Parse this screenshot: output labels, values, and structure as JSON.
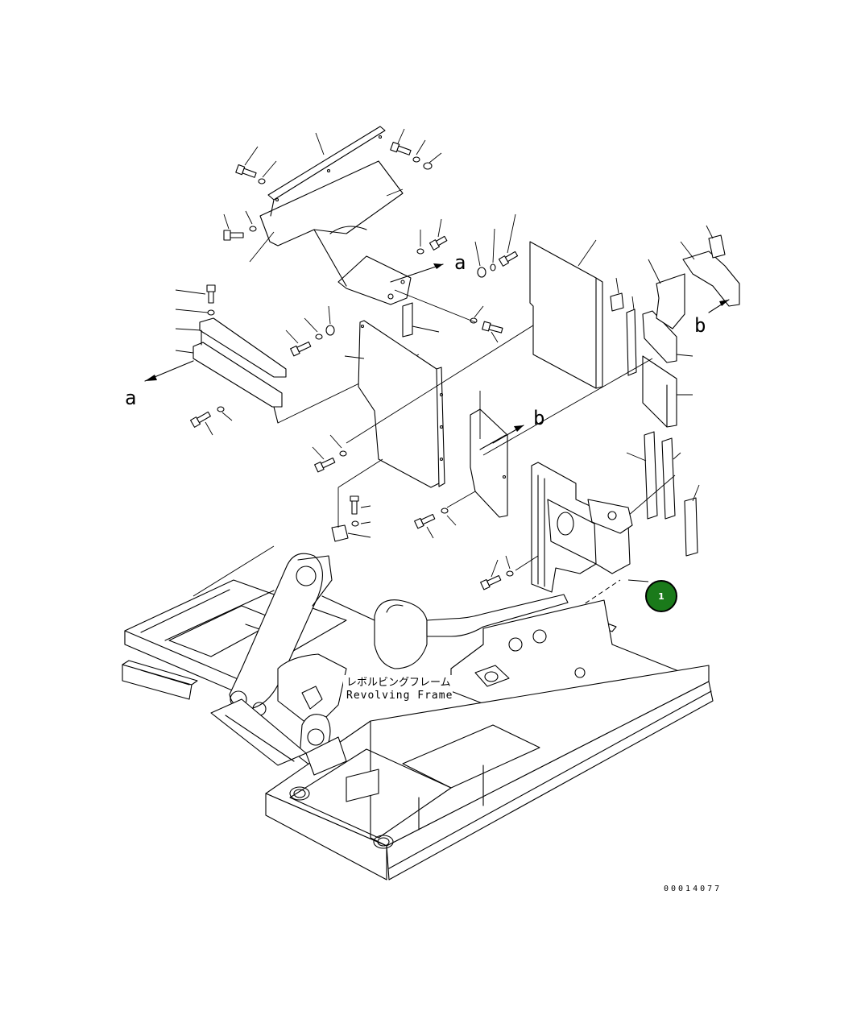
{
  "diagram": {
    "ref_labels": {
      "a_left": "a",
      "a_right": "a",
      "b_right": "b",
      "b_mid": "b"
    },
    "frame_label_jp": "レボルビングフレーム",
    "frame_label_en": "Revolving Frame",
    "drawing_code": "00014077",
    "callout": {
      "number": "1",
      "color": "#1a7a1a",
      "border_color": "#000000"
    }
  }
}
